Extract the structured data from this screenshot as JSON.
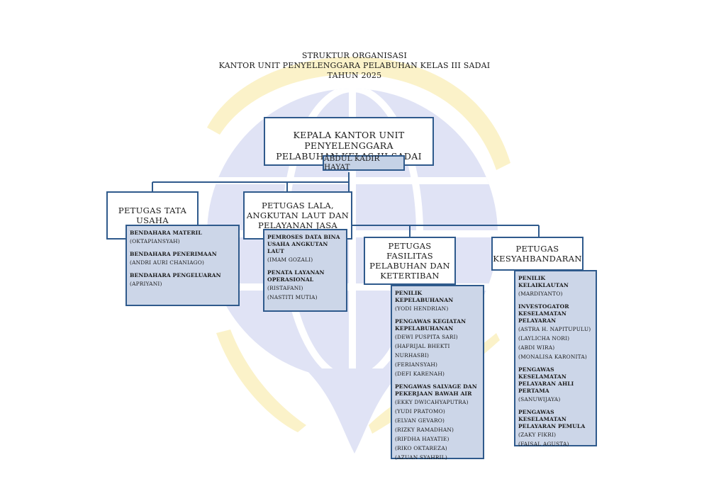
{
  "header": {
    "line1": "STRUKTUR ORGANISASI",
    "line2": "KANTOR UNIT PENYELENGGARA PELABUHAN KELAS III SADAI",
    "line3": "TAHUN 2025"
  },
  "head": {
    "title_line1": "KEPALA KANTOR UNIT PENYELENGGARA",
    "title_line2": "PELABUHAN KELAS III SADAI",
    "name": "ABDUL KADIR HAYAT"
  },
  "departments": {
    "tata_usaha": {
      "title": "PETUGAS TATA USAHA",
      "groups": [
        {
          "role": "BENDAHARA MATERIL",
          "people": [
            "(OKTAPIANSYAH)"
          ]
        },
        {
          "role": "BENDAHARA PENERIMAAN",
          "people": [
            "(ANDRI AURI CHANIAGO)"
          ]
        },
        {
          "role": "BENDAHARA PENGELUARAN",
          "people": [
            "(APRIYANI)"
          ]
        }
      ]
    },
    "lala": {
      "title_line1": "PETUGAS LALA,",
      "title_line2": "ANGKUTAN LAUT DAN",
      "title_line3": "PELAYANAN JASA",
      "groups": [
        {
          "role_line1": "PEMROSES DATA BINA",
          "role_line2": "USAHA ANGKUTAN LAUT",
          "people": [
            "(IMAM GOZALI)"
          ]
        },
        {
          "role_line1": "PENATA LAYANAN",
          "role_line2": "OPERASIONAL",
          "people": [
            "(RISTAFANI)",
            "(NASTITI MUTIA)"
          ]
        }
      ]
    },
    "fasilitas": {
      "title_line1": "PETUGAS FASILITAS",
      "title_line2": "PELABUHAN DAN",
      "title_line3": "KETERTIBAN",
      "groups": [
        {
          "role_line1": "PENILIK KEPELABUHANAN",
          "people": [
            "(YODI HENDRIAN)"
          ]
        },
        {
          "role_line1": "PENGAWAS KEGIATAN",
          "role_line2": "KEPELABUHANAN",
          "people": [
            "(DEWI PUSPITA SARI)",
            "(HAFRIJAL BHEKTI NURHASBI)",
            "(FERIANSYAH)",
            "(DEFI KARENAH)"
          ]
        },
        {
          "role_line1": "PENGAWAS SALVAGE DAN",
          "role_line2": "PEKERJAAN BAWAH AIR",
          "people": [
            "(EKKY DWICAHYAPUTRA)",
            "(YUDI PRATOMO)",
            "(ELVAN GEVARO)",
            "(RIZKY RAMADHAN)",
            "(RIFDHA HAYATIE)",
            "(RIKO OKTAREZA)",
            "(AZUAN SYAHRIL)"
          ]
        }
      ]
    },
    "kesyahbandaran": {
      "title_line1": "PETUGAS",
      "title_line2": "KESYAHBANDARAN",
      "groups": [
        {
          "role_line1": "PENILIK KELAIKLAUTAN",
          "people": [
            "(MARDIYANTO)"
          ]
        },
        {
          "role_line1": "INVESTOGATOR",
          "role_line2": "KESELAMATAN",
          "role_line3": "PELAYARAN",
          "people": [
            "(ASTRA H. NAPITUPULU)",
            "(LAYLICHA NORI)",
            "(ABDI WIRA)",
            "(MONALISA KARONITA)"
          ]
        },
        {
          "role_line1": "PENGAWAS KESELAMATAN",
          "role_line2": "PELAYARAN AHLI",
          "role_line3": "PERTAMA",
          "people": [
            "(SANUWIJAYA)"
          ]
        },
        {
          "role_line1": "PENGAWAS KESELAMATAN",
          "role_line2": "PELAYARAN PEMULA",
          "people": [
            "(ZAKY FIKRI)",
            "(FAISAL AGUSTA)"
          ]
        }
      ]
    }
  },
  "colors": {
    "border": "#2f5a8c",
    "staff_fill": "#ccd6e8",
    "watermark_globe": "#dfe2f4",
    "watermark_gold": "#fbf2c9"
  }
}
